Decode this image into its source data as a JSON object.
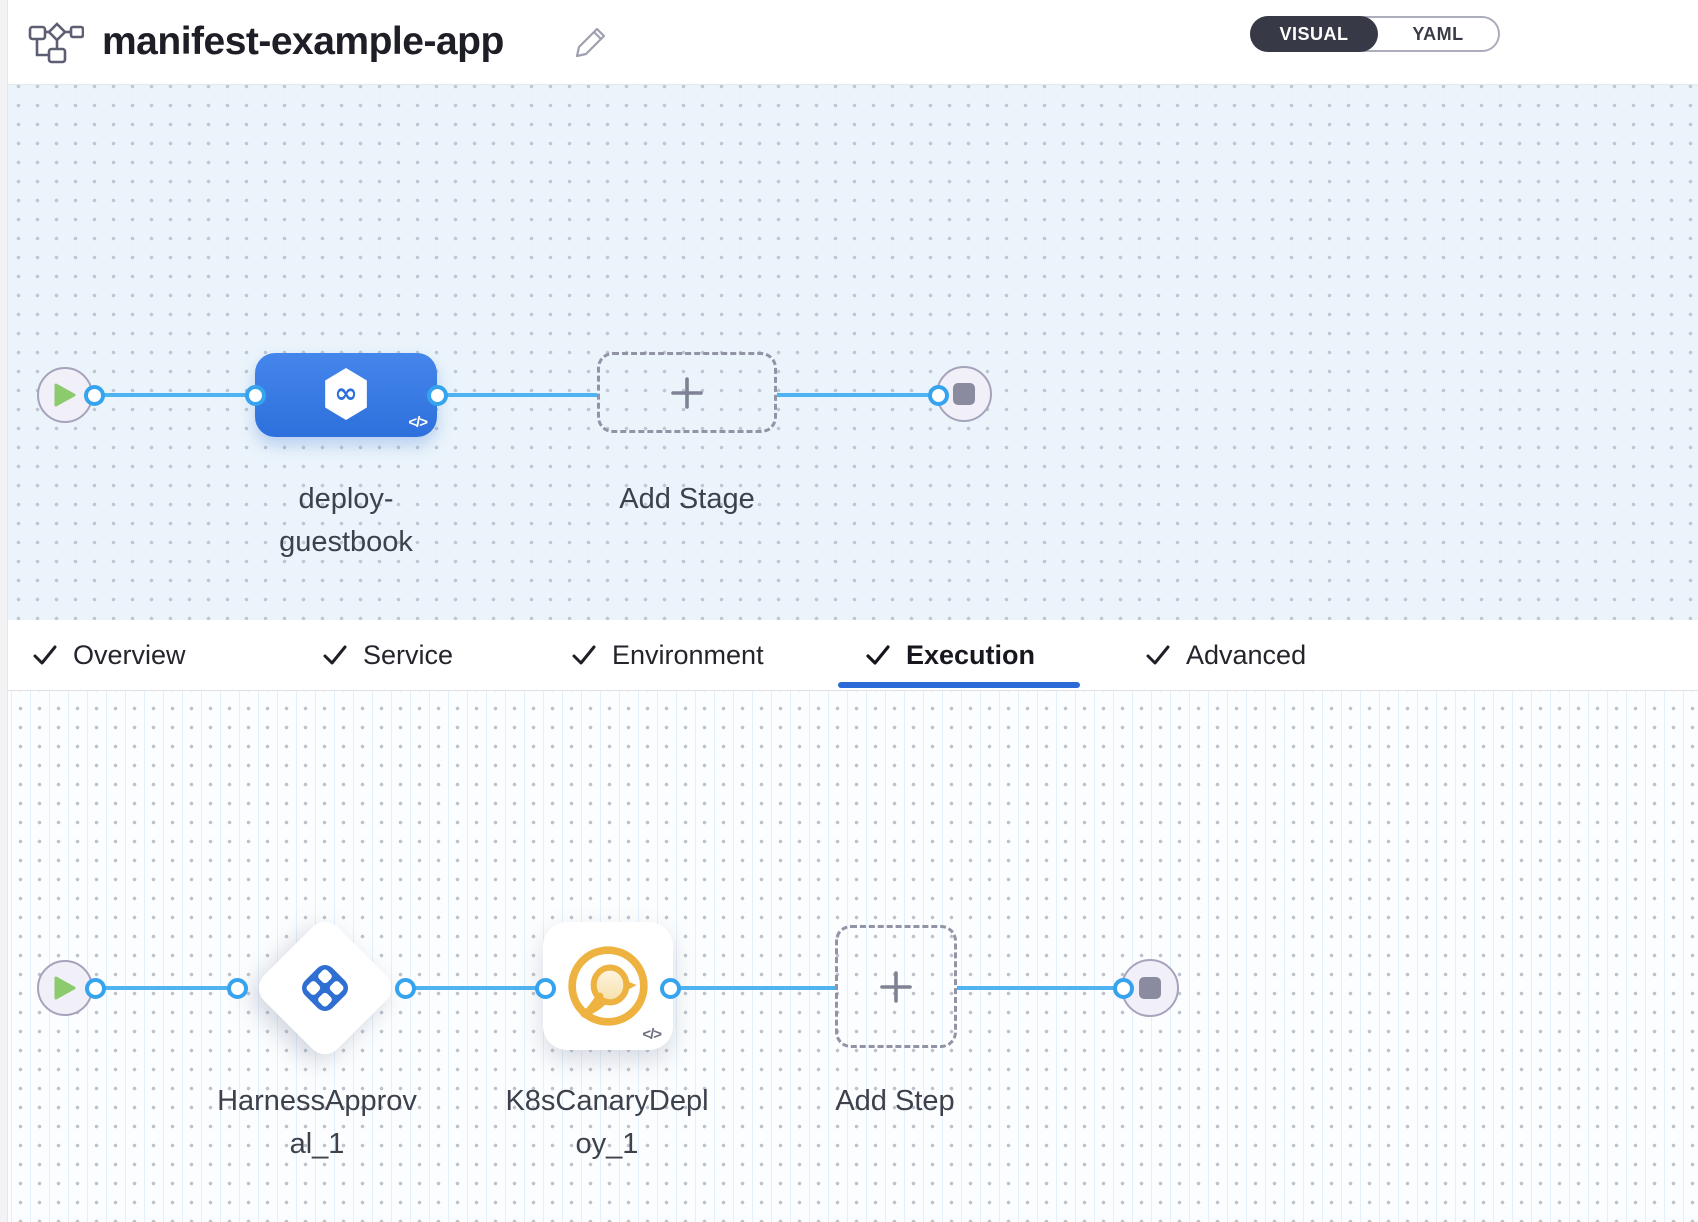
{
  "header": {
    "app_icon": "pipeline-graph-icon",
    "title": "manifest-example-app",
    "edit_icon": "pencil-icon",
    "view_toggle": {
      "visual_label": "VISUAL",
      "yaml_label": "YAML",
      "selected": "VISUAL"
    }
  },
  "stage_pipeline": {
    "start_icon": "play-icon",
    "end_icon": "stop-icon",
    "stage": {
      "label": "deploy-guestbook",
      "icon": "cd-hexagon-infinity-icon",
      "code_badge": "</>"
    },
    "add_stage": {
      "label": "Add Stage",
      "icon": "plus-icon"
    }
  },
  "tabs": {
    "items": [
      {
        "label": "Overview",
        "checked": true,
        "active": false
      },
      {
        "label": "Service",
        "checked": true,
        "active": false
      },
      {
        "label": "Environment",
        "checked": true,
        "active": false
      },
      {
        "label": "Execution",
        "checked": true,
        "active": true
      },
      {
        "label": "Advanced",
        "checked": true,
        "active": false
      }
    ]
  },
  "execution_pipeline": {
    "start_icon": "play-icon",
    "end_icon": "stop-icon",
    "steps": [
      {
        "label": "HarnessApproval_1",
        "icon": "harness-approval-icon"
      },
      {
        "label": "K8sCanaryDeploy_1",
        "icon": "canary-bird-icon",
        "code_badge": "</>"
      }
    ],
    "add_step": {
      "label": "Add Step",
      "icon": "plus-icon"
    }
  },
  "colors": {
    "accent_blue": "#2A6BD7",
    "connector_blue": "#4FB3F2",
    "stage_node_blue": "#3578E2",
    "canary_yellow": "#EDB23F",
    "play_green": "#8BCA6D",
    "toggle_dark": "#383946",
    "canvas_top_bg": "#EBF4FA",
    "canvas_bottom_bg": "#FCFDFE"
  }
}
